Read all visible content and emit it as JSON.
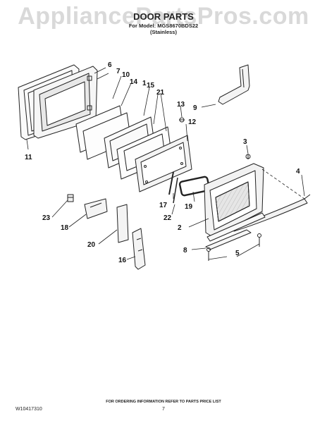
{
  "watermark": "AppliancePartsPros.com",
  "header": {
    "title": "DOOR PARTS",
    "model_line": "For Model: MGS8670BDS22",
    "finish": "(Stainless)"
  },
  "callouts": [
    "1",
    "2",
    "3",
    "4",
    "5",
    "6",
    "7",
    "8",
    "9",
    "10",
    "11",
    "12",
    "13",
    "14",
    "15",
    "16",
    "17",
    "18",
    "19",
    "20",
    "21",
    "22",
    "23"
  ],
  "footer": {
    "doc_number": "W10417310",
    "ordering_note": "FOR ORDERING INFORMATION REFER TO PARTS PRICE LIST",
    "page": "7"
  }
}
